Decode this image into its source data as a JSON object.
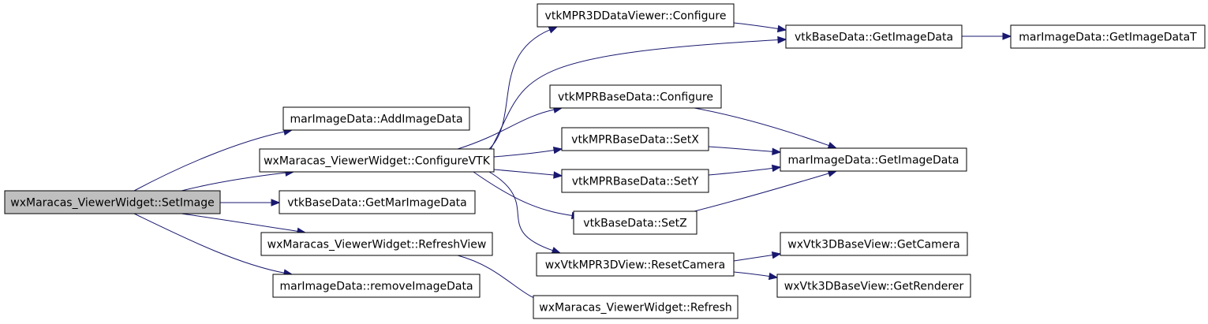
{
  "colors": {
    "edge": "#191970",
    "node_fill": "#ffffff",
    "root_fill": "#bfbfbf",
    "node_stroke": "#000000"
  },
  "nodes": [
    {
      "id": "setimage",
      "label": "wxMaracas_ViewerWidget::SetImage",
      "root": true
    },
    {
      "id": "addimagedata",
      "label": "marImageData::AddImageData"
    },
    {
      "id": "configurevtk",
      "label": "wxMaracas_ViewerWidget::ConfigureVTK"
    },
    {
      "id": "getmarimagedata",
      "label": "vtkBaseData::GetMarImageData"
    },
    {
      "id": "refreshview",
      "label": "wxMaracas_ViewerWidget::RefreshView"
    },
    {
      "id": "removeimagedata",
      "label": "marImageData::removeImageData"
    },
    {
      "id": "mpr3dconfigure",
      "label": "vtkMPR3DDataViewer::Configure"
    },
    {
      "id": "mprbaseconfigure",
      "label": "vtkMPRBaseData::Configure"
    },
    {
      "id": "setx",
      "label": "vtkMPRBaseData::SetX"
    },
    {
      "id": "sety",
      "label": "vtkMPRBaseData::SetY"
    },
    {
      "id": "setz",
      "label": "vtkBaseData::SetZ"
    },
    {
      "id": "resetcamera",
      "label": "wxVtkMPR3DView::ResetCamera"
    },
    {
      "id": "refresh",
      "label": "wxMaracas_ViewerWidget::Refresh"
    },
    {
      "id": "vtkgetimagedata",
      "label": "vtkBaseData::GetImageData"
    },
    {
      "id": "margetimagedata",
      "label": "marImageData::GetImageData"
    },
    {
      "id": "getcamera",
      "label": "wxVtk3DBaseView::GetCamera"
    },
    {
      "id": "getrenderer",
      "label": "wxVtk3DBaseView::GetRenderer"
    },
    {
      "id": "getimagedatat",
      "label": "marImageData::GetImageDataT"
    }
  ],
  "edges": [
    {
      "from": "setimage",
      "to": "addimagedata"
    },
    {
      "from": "setimage",
      "to": "configurevtk"
    },
    {
      "from": "setimage",
      "to": "getmarimagedata"
    },
    {
      "from": "setimage",
      "to": "refreshview"
    },
    {
      "from": "setimage",
      "to": "removeimagedata"
    },
    {
      "from": "configurevtk",
      "to": "mpr3dconfigure"
    },
    {
      "from": "configurevtk",
      "to": "vtkgetimagedata"
    },
    {
      "from": "configurevtk",
      "to": "mprbaseconfigure"
    },
    {
      "from": "configurevtk",
      "to": "setx"
    },
    {
      "from": "configurevtk",
      "to": "sety"
    },
    {
      "from": "configurevtk",
      "to": "setz"
    },
    {
      "from": "configurevtk",
      "to": "resetcamera"
    },
    {
      "from": "refreshview",
      "to": "refresh"
    },
    {
      "from": "mpr3dconfigure",
      "to": "vtkgetimagedata"
    },
    {
      "from": "vtkgetimagedata",
      "to": "getimagedatat"
    },
    {
      "from": "mprbaseconfigure",
      "to": "margetimagedata"
    },
    {
      "from": "setx",
      "to": "margetimagedata"
    },
    {
      "from": "sety",
      "to": "margetimagedata"
    },
    {
      "from": "setz",
      "to": "margetimagedata"
    },
    {
      "from": "resetcamera",
      "to": "getcamera"
    },
    {
      "from": "resetcamera",
      "to": "getrenderer"
    }
  ]
}
